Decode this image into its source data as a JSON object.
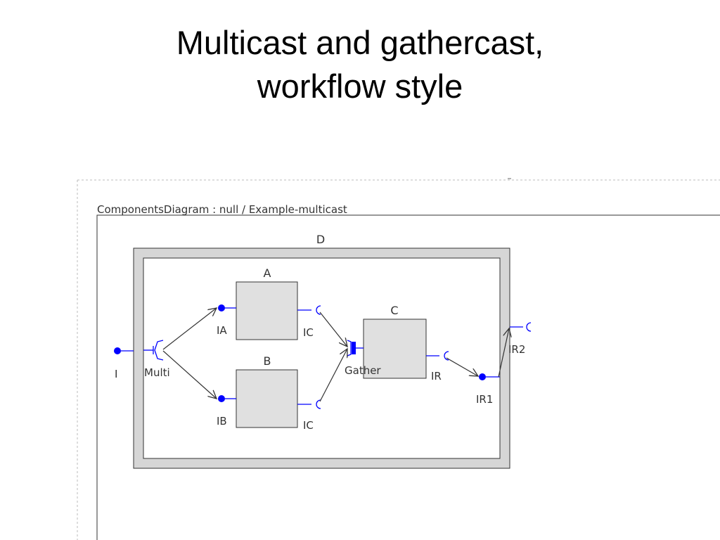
{
  "title": {
    "line1": "Multicast and gathercast,",
    "line2": "workflow style"
  },
  "diagram": {
    "frame_caption": "ComponentsDiagram : null / Example-multicast",
    "composite_label": "D",
    "components": {
      "a": "A",
      "b": "B",
      "c": "C"
    },
    "ports": {
      "i": "I",
      "multi": "Multi",
      "ia": "IA",
      "ib": "IB",
      "ic_a": "IC",
      "ic_b": "IC",
      "gather": "Gather",
      "ir": "IR",
      "ir1": "IR1",
      "ir2": "IR2"
    },
    "colors": {
      "port": "#0000ff",
      "component_fill": "#e0e0e0",
      "component_stroke": "#333333",
      "composite_border": "#d6d6d6",
      "arrow": "#333333",
      "frame_dash": "#bbbbbb"
    }
  }
}
